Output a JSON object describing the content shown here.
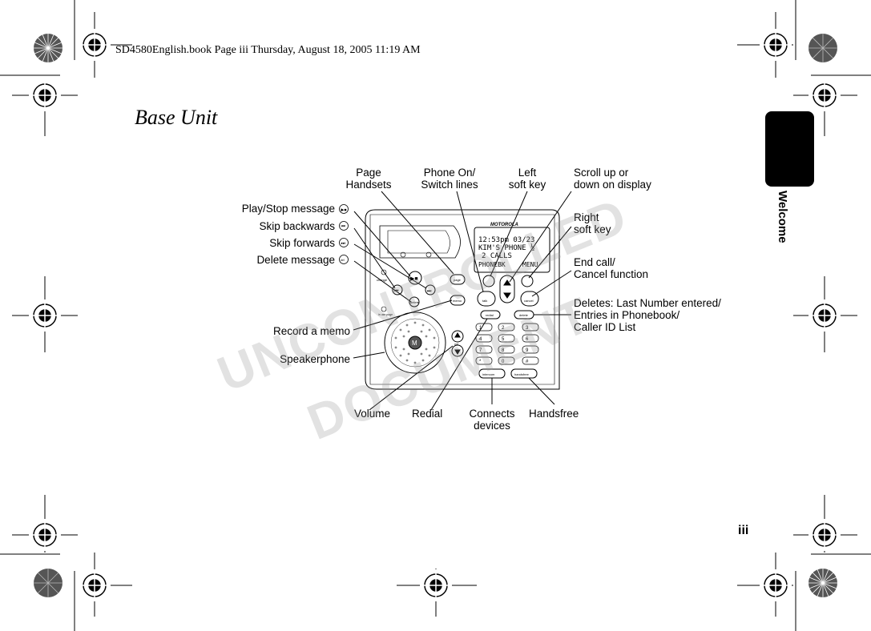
{
  "header_line": "SD4580English.book  Page iii  Thursday, August 18, 2005  11:19 AM",
  "section_title": "Base Unit",
  "tab_label": "Welcome",
  "page_number": "iii",
  "watermark": {
    "line1": "UNCONTROLLED",
    "line2": "DOCUMENT"
  },
  "callouts": {
    "page_handsets": [
      "Page",
      "Handsets"
    ],
    "phone_on": [
      "Phone On/",
      "Switch lines"
    ],
    "left_soft_key": [
      "Left",
      "soft key"
    ],
    "scroll": [
      "Scroll up or",
      "down on display"
    ],
    "play_stop": "Play/Stop message",
    "skip_back": "Skip backwards",
    "skip_forward": "Skip forwards",
    "delete_msg": "Delete message",
    "right_soft_key": [
      "Right",
      "soft key"
    ],
    "end_call": [
      "End call/",
      "Cancel function"
    ],
    "deletes": [
      "Deletes: Last Number entered/",
      "Entries in Phonebook/",
      "Caller ID List"
    ],
    "record_memo": "Record a memo",
    "speakerphone": "Speakerphone",
    "volume": "Volume",
    "redial": "Redial",
    "connects": [
      "Connects",
      "devices"
    ],
    "handsfree": "Handsfree"
  },
  "device": {
    "brand": "MOTOROLA",
    "display_line1": "12:53pm 03/23",
    "display_line2": "KIM'S PHONE  ½",
    "display_line3": "2 CALLS",
    "display_left": "PHONEBK",
    "display_right": "MENU",
    "btn_change": "change",
    "btn_page": "page",
    "btn_delete": "delete",
    "btn_memo": "memo",
    "btn_inuse": "in use page",
    "btn_redial": "redial",
    "btn_delete2": "delete",
    "btn_vol": "vol",
    "btn_intercom": "intercom",
    "btn_handsfree": "handsfree",
    "btn_cancel": "cancel",
    "btn_talk": "talk",
    "keys": [
      "1",
      "2",
      "3",
      "4",
      "5",
      "6",
      "7",
      "8",
      "9",
      "*",
      "0",
      "#"
    ]
  }
}
